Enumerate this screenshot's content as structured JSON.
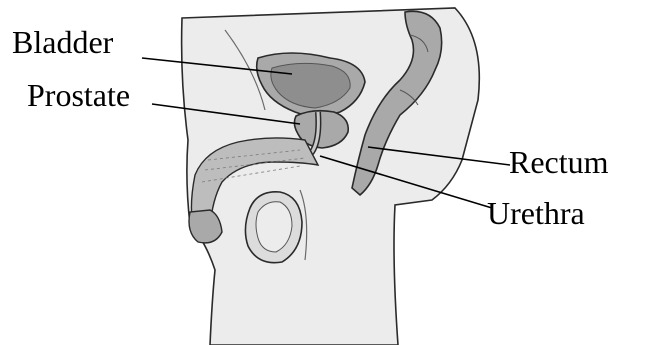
{
  "labels": {
    "bladder": "Bladder",
    "prostate": "Prostate",
    "rectum": "Rectum",
    "urethra": "Urethra"
  },
  "colors": {
    "skin": "#ececec",
    "organ": "#a9a9a9",
    "organ_dark": "#8e8e8e",
    "outline": "#2a2a2a",
    "background": "#ffffff"
  }
}
